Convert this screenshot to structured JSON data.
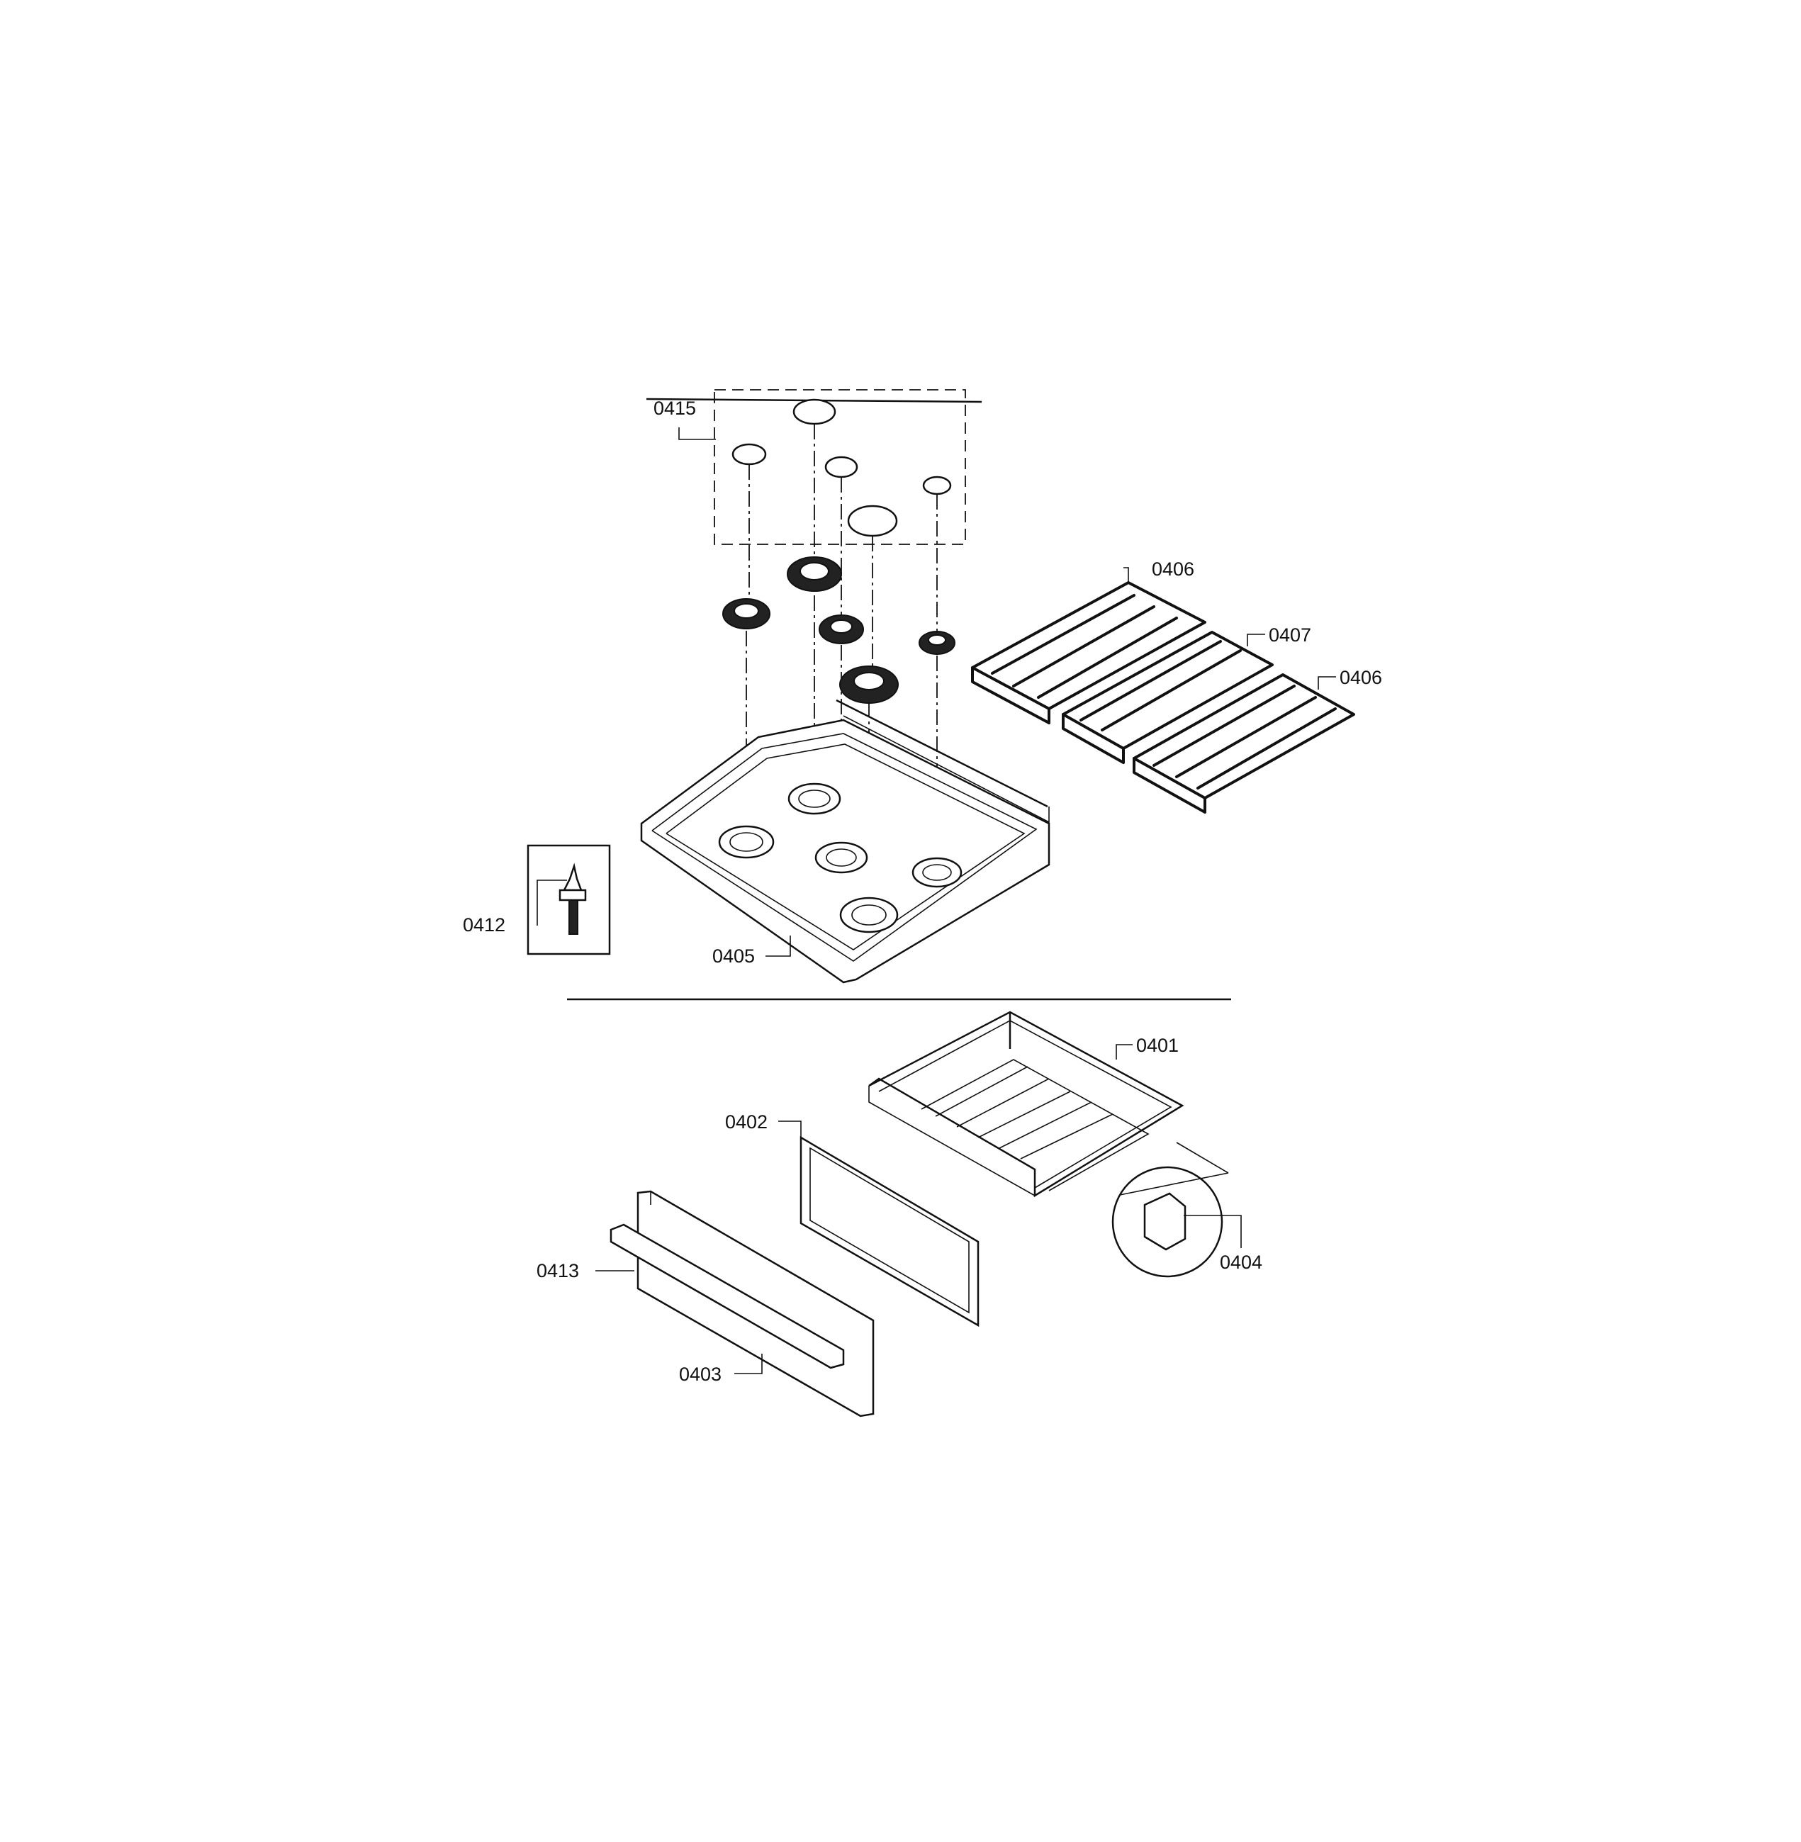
{
  "diagram": {
    "callouts": {
      "c0401": "0401",
      "c0402": "0402",
      "c0403": "0403",
      "c0404": "0404",
      "c0405": "0405",
      "c0406a": "0406",
      "c0406b": "0406",
      "c0407": "0407",
      "c0412": "0412",
      "c0413": "0413",
      "c0415": "0415"
    }
  }
}
